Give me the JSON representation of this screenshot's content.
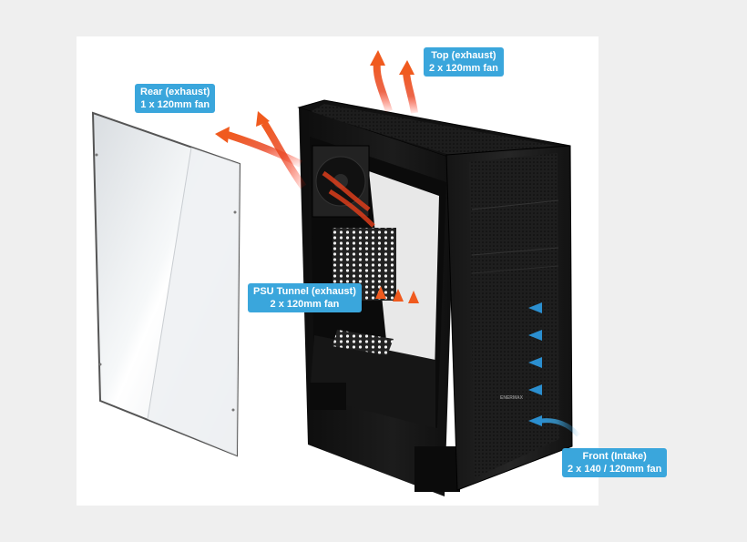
{
  "callouts": {
    "top": {
      "line1": "Top (exhaust)",
      "line2": "2 x 120mm fan"
    },
    "rear": {
      "line1": "Rear (exhaust)",
      "line2": "1 x 120mm fan"
    },
    "psu": {
      "line1": "PSU Tunnel (exhaust)",
      "line2": "2 x 120mm fan"
    },
    "front": {
      "line1": "Front (Intake)",
      "line2": "2 x 140 / 120mm fan"
    }
  },
  "case_brand": "ENERMAX",
  "colors": {
    "callout": "#3aa6dc",
    "exhaust_arrow": "#e8401c",
    "intake_arrow": "#3a9fd8",
    "case_body": "#1a1a1a",
    "background": "#efefef"
  }
}
